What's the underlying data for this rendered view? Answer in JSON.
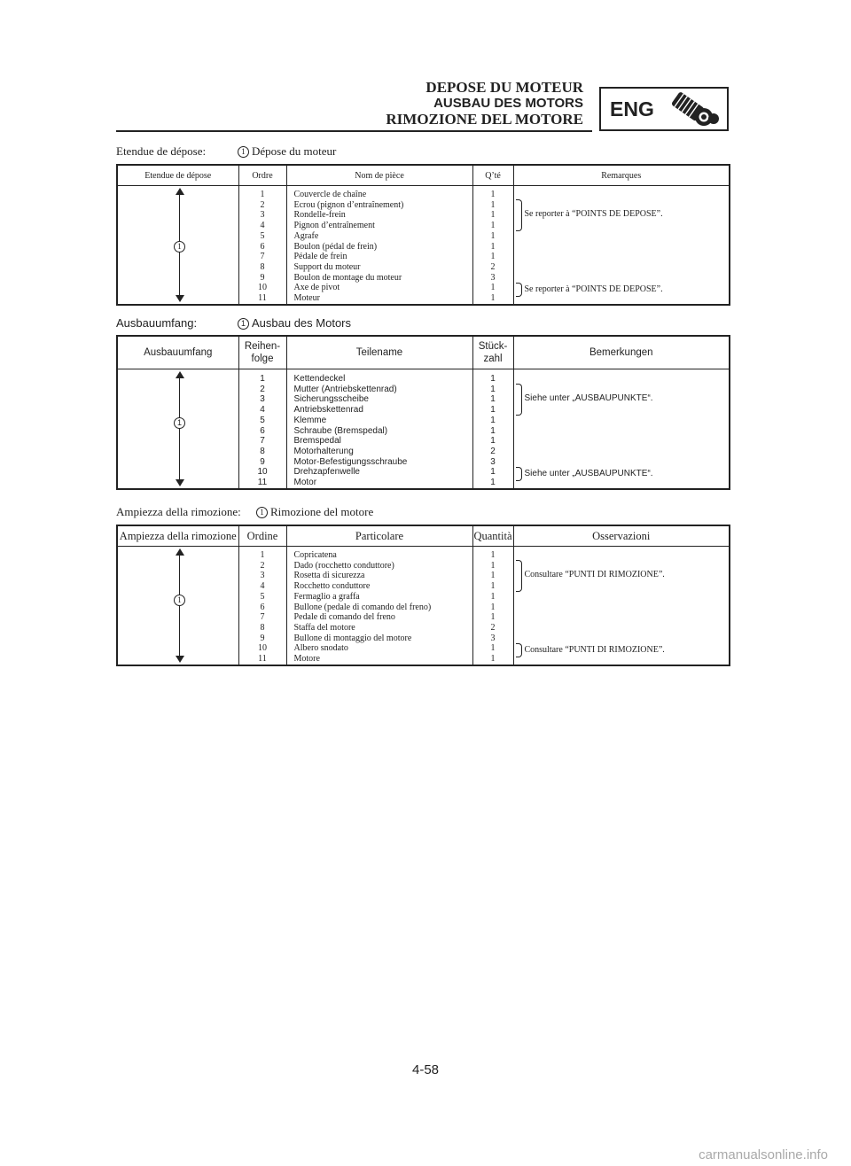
{
  "header": {
    "title_fr": "DEPOSE DU MOTEUR",
    "title_de": "AUSBAU DES MOTORS",
    "title_it": "RIMOZIONE DEL MOTORE",
    "section_tag": "ENG",
    "section_icon": "engine-icon"
  },
  "sections": {
    "fr": {
      "scope_label": "Etendue de dépose:",
      "scope_mark": "1",
      "scope_value": "Dépose du moteur",
      "columns": [
        "Etendue de dépose",
        "Ordre",
        "Nom de pièce",
        "Q’té",
        "Remarques"
      ],
      "orders": [
        "1",
        "2",
        "3",
        "4",
        "5",
        "6",
        "7",
        "8",
        "9",
        "10",
        "11"
      ],
      "parts": [
        "Couvercle de chaîne",
        "Ecrou (pignon d’entraînement)",
        "Rondelle-frein",
        "Pignon d’entraînement",
        "Agrafe",
        "Boulon (pédal de frein)",
        "Pédale de frein",
        "Support du moteur",
        "Boulon de montage du moteur",
        "Axe de pivot",
        "Moteur"
      ],
      "quantities": [
        "1",
        "1",
        "1",
        "1",
        "1",
        "1",
        "1",
        "2",
        "3",
        "1",
        "1"
      ],
      "remark_a": "Se reporter à “POINTS DE DEPOSE”.",
      "remark_b": "Se reporter à “POINTS DE DEPOSE”."
    },
    "de": {
      "scope_label": "Ausbauumfang:",
      "scope_mark": "1",
      "scope_value": "Ausbau des Motors",
      "columns": [
        "Ausbauumfang",
        "Reihen-",
        "folge",
        "Teilename",
        "Stück-",
        "zahl",
        "Bemerkungen"
      ],
      "orders": [
        "1",
        "2",
        "3",
        "4",
        "5",
        "6",
        "7",
        "8",
        "9",
        "10",
        "11"
      ],
      "parts": [
        "Kettendeckel",
        "Mutter (Antriebskettenrad)",
        "Sicherungsscheibe",
        "Antriebskettenrad",
        "Klemme",
        "Schraube (Bremspedal)",
        "Bremspedal",
        "Motorhalterung",
        "Motor-Befestigungsschraube",
        "Drehzapfenwelle",
        "Motor"
      ],
      "quantities": [
        "1",
        "1",
        "1",
        "1",
        "1",
        "1",
        "1",
        "2",
        "3",
        "1",
        "1"
      ],
      "remark_a": "Siehe unter „AUSBAUPUNKTE“.",
      "remark_b": "Siehe unter „AUSBAUPUNKTE“."
    },
    "it": {
      "scope_label": "Ampiezza della rimozione:",
      "scope_mark": "1",
      "scope_value": "Rimozione del motore",
      "columns": [
        "Ampiezza della rimozione",
        "Ordine",
        "Particolare",
        "Quantità",
        "Osservazioni"
      ],
      "orders": [
        "1",
        "2",
        "3",
        "4",
        "5",
        "6",
        "7",
        "8",
        "9",
        "10",
        "11"
      ],
      "parts": [
        "Copricatena",
        "Dado (rocchetto conduttore)",
        "Rosetta di sicurezza",
        "Rocchetto conduttore",
        "Fermaglio a graffa",
        "Bullone (pedale di comando del freno)",
        "Pedale  di comando del freno",
        "Staffa del motore",
        "Bullone di montaggio del motore",
        "Albero snodato",
        "Motore"
      ],
      "quantities": [
        "1",
        "1",
        "1",
        "1",
        "1",
        "1",
        "1",
        "2",
        "3",
        "1",
        "1"
      ],
      "remark_a": "Consultare “PUNTI DI RIMOZIONE”.",
      "remark_b": "Consultare “PUNTI DI RIMOZIONE”."
    }
  },
  "footer": {
    "page_number": "4-58",
    "watermark": "carmanualsonline.info"
  }
}
